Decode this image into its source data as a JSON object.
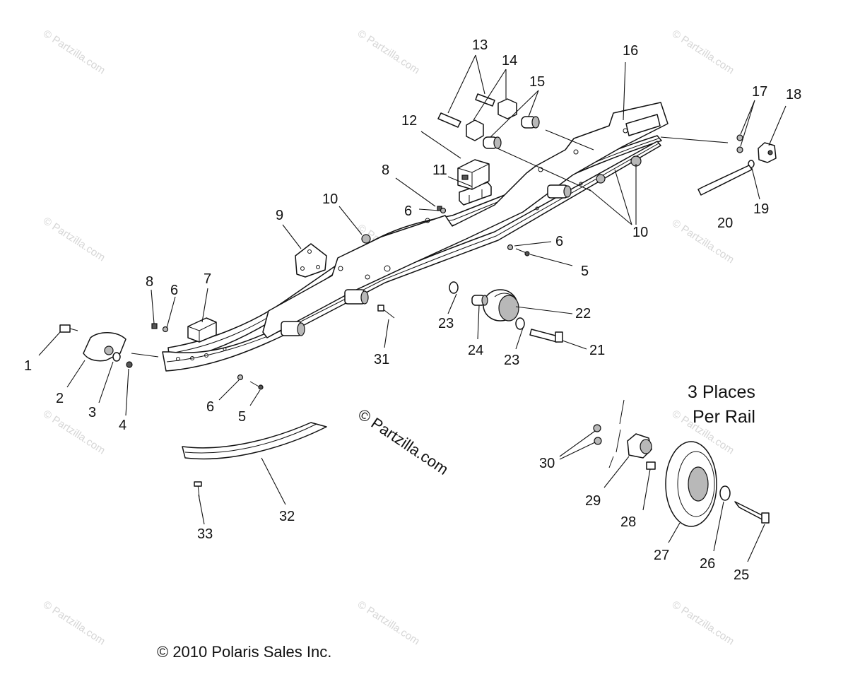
{
  "callouts": {
    "c1": "1",
    "c2": "2",
    "c3": "3",
    "c4": "4",
    "c5a": "5",
    "c5b": "5",
    "c6a": "6",
    "c6b": "6",
    "c6c": "6",
    "c7": "7",
    "c8a": "8",
    "c8b": "8",
    "c9": "9",
    "c10a": "10",
    "c10b": "10",
    "c11": "11",
    "c12": "12",
    "c13": "13",
    "c14": "14",
    "c15": "15",
    "c16": "16",
    "c17": "17",
    "c18": "18",
    "c19": "19",
    "c20": "20",
    "c21": "21",
    "c22": "22",
    "c23a": "23",
    "c23b": "23",
    "c24": "24",
    "c25": "25",
    "c26": "26",
    "c27": "27",
    "c28": "28",
    "c29": "29",
    "c30": "30",
    "c31": "31",
    "c32": "32",
    "c33": "33"
  },
  "note": {
    "line1": "3 Places",
    "line2": "Per Rail"
  },
  "copyright": "© 2010 Polaris Sales Inc.",
  "brand": "© Partzilla.com",
  "watermark": "© Partzilla.com"
}
